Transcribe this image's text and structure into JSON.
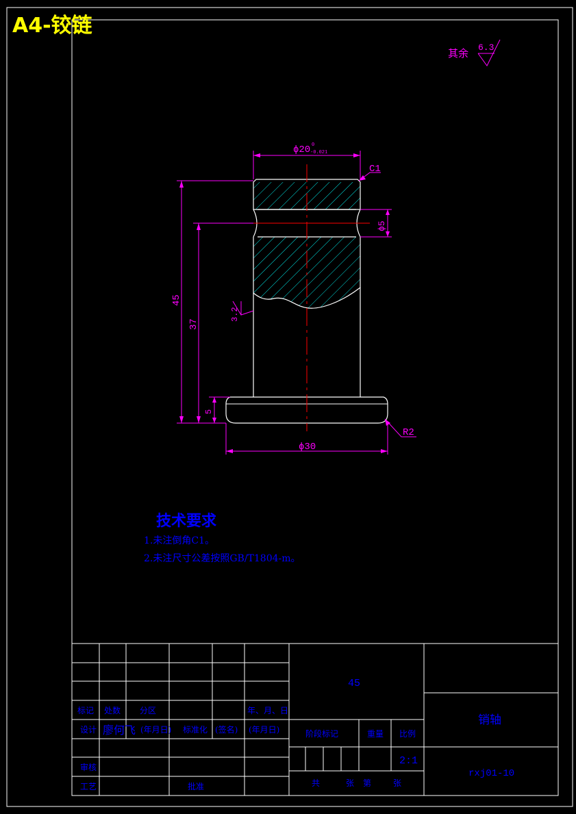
{
  "header": {
    "title": "A4-铰链"
  },
  "roughness": {
    "general_label": "其余",
    "general_value": "6.3",
    "local_value": "3.2"
  },
  "dimensions": {
    "top_diameter": "ϕ20",
    "top_tol_upper": "0",
    "top_tol_lower": "-0.021",
    "chamfer": "C1",
    "hole_diameter": "ϕ5",
    "total_length": "45",
    "hole_length": "37",
    "flange_height": "5",
    "fillet": "R2",
    "flange_diameter": "ϕ30"
  },
  "tech_requirements": {
    "heading": "技术要求",
    "items": [
      "1.未注倒角C1。",
      "2.未注尺寸公差按照GB/T1804-m。"
    ]
  },
  "title_block": {
    "material": "45",
    "part_name": "销轴",
    "drawing_number": "rxj01-10",
    "scale": "2:1",
    "labels": {
      "mark": "标记",
      "count": "处数",
      "zone": "分区",
      "date_ymd": "年、月、日",
      "design": "设计",
      "designer": "廖何飞",
      "date1": "(年月日)",
      "standardize": "标准化",
      "signature": "(签名)",
      "date2": "(年月日)",
      "stage_mark": "阶段标记",
      "weight": "重量",
      "ratio": "比例",
      "review": "审核",
      "process": "工艺",
      "approve": "批准",
      "total": "共",
      "sheets": "张",
      "sheet_no": "第",
      "sheet": "张"
    }
  },
  "colors": {
    "outline": "#ffffff",
    "dimension": "#ff00ff",
    "hatch": "#00ffff",
    "centerline": "#ff0000",
    "notes": "#0000ff",
    "title": "#ffff00"
  }
}
